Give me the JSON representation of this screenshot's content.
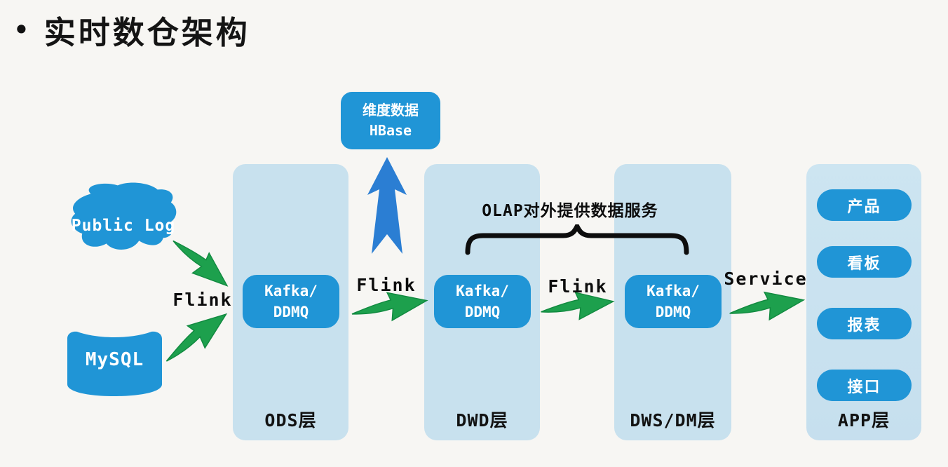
{
  "title": {
    "bullet": "•",
    "text": "实时数仓架构"
  },
  "sources": {
    "public_log": {
      "line1": "Public",
      "line2": "Log"
    },
    "mysql": "MySQL"
  },
  "dimension_store": {
    "line1": "维度数据",
    "line2": "HBase"
  },
  "flows": {
    "flink_ingest": "Flink",
    "flink_ods_dwd": "Flink",
    "flink_dwd_dws": "Flink",
    "service": "Service"
  },
  "olap_annotation": "OLAP对外提供数据服务",
  "layers": [
    {
      "label": "ODS层",
      "queue": {
        "line1": "Kafka/",
        "line2": "DDMQ"
      }
    },
    {
      "label": "DWD层",
      "queue": {
        "line1": "Kafka/",
        "line2": "DDMQ"
      }
    },
    {
      "label": "DWS/DM层",
      "queue": {
        "line1": "Kafka/",
        "line2": "DDMQ"
      }
    },
    {
      "label": "APP层",
      "apps": [
        "产品",
        "看板",
        "报表",
        "接口"
      ]
    }
  ],
  "colors": {
    "node_blue": "#2095d6",
    "layer_panel_blue": "#c8e1ee",
    "arrow_green": "#1da04d",
    "arrow_green_edge": "#128a40",
    "arrow_blue": "#2b7ed3",
    "text_black": "#141414",
    "background": "#f7f6f3"
  }
}
